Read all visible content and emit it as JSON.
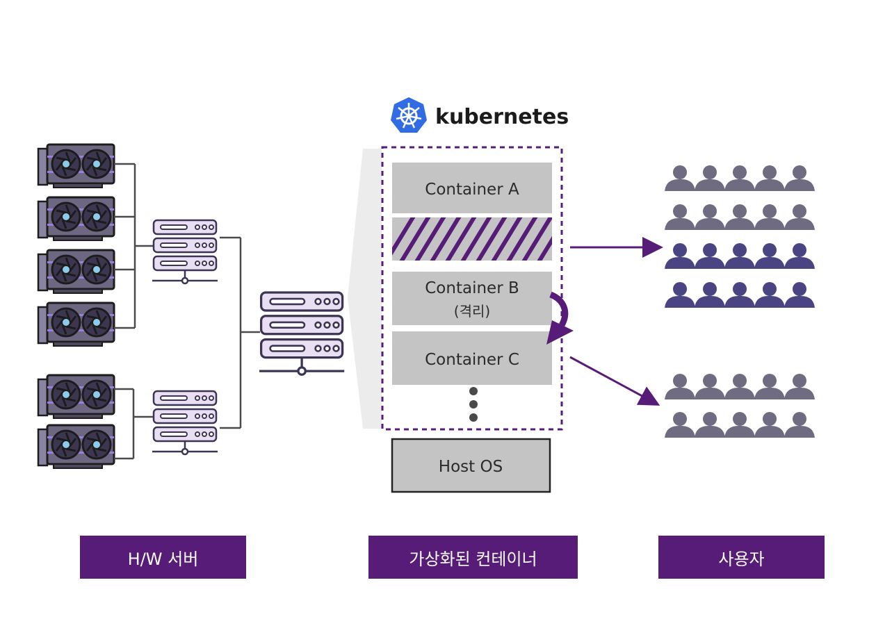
{
  "logo": {
    "text": "kubernetes",
    "icon": "kubernetes-helm-icon"
  },
  "containers": {
    "a": "Container A",
    "b": "Container B",
    "b_sub": "(격리)",
    "c": "Container C",
    "host": "Host OS"
  },
  "labels": {
    "hw": "H/W 서버",
    "virtual": "가상화된 컨테이너",
    "users": "사용자"
  },
  "colors": {
    "accent": "#561c78",
    "container": "#c4c4c4",
    "user_active": "#4b4483",
    "user_idle": "#6f6b80"
  },
  "icons": [
    "gpu-card-icon",
    "server-rack-icon",
    "user-group-icon",
    "ellipsis-icon",
    "curved-arrow-icon"
  ]
}
